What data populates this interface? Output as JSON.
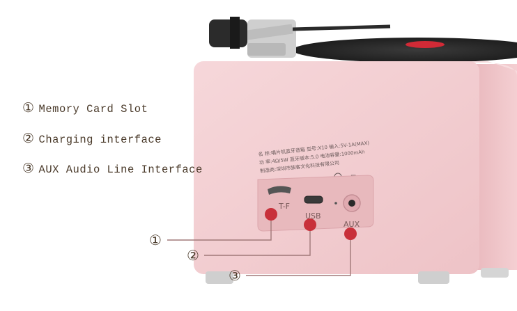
{
  "legend": [
    {
      "num": "①",
      "text": "Memory Card Slot"
    },
    {
      "num": "②",
      "text": "Charging interface"
    },
    {
      "num": "③",
      "text": "AUX Audio Line Interface"
    }
  ],
  "ports": {
    "tf": "T-F",
    "usb": "USB",
    "aux": "AUX"
  },
  "callouts": [
    "①",
    "②",
    "③"
  ],
  "spec_lines": [
    "名  称:唱片机蓝牙音箱  型号:X10  输入:5V-1A(MAX)",
    "功  率:4Ω/5W    蓝牙版本:5.0   电池容量:1000mAh",
    "制造商:深圳市独客文化科技有限公司"
  ],
  "colors": {
    "body": "#f2cdd0",
    "marker": "#c8303a",
    "line": "#a07878"
  }
}
